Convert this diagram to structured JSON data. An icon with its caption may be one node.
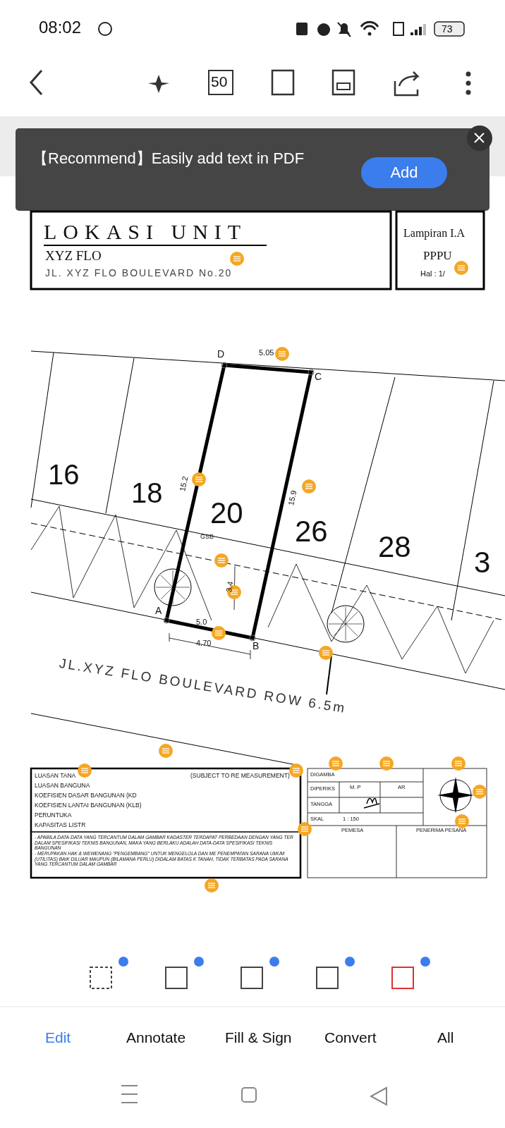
{
  "diagram": {
    "labels": [
      "08:02",
      "73",
      "50",
      "【Recommend】Easily add text in PDF",
      "Add",
      "LOKASI UNIT",
      "XYZ FLO",
      "JL. XYZ FLO BOULEVARD No.20",
      "Lampiran I.A",
      "PPPU",
      "Hal : 1/",
      "D",
      "5.05",
      "C",
      "16",
      "18",
      "15.2",
      "20",
      "15.9",
      "26",
      "28",
      "3",
      "GSB",
      "3.4",
      "A",
      "5.0",
      "4.70",
      "B",
      "JL.XYZ FLO BOULEVARD ROW 6.5m",
      "LUASAN TANA",
      "LUASAN BANGUNA",
      "KOEFISIEN DASAR BANGUNAN (KD",
      "KOEFISIEN LANTAI BANGUNAN (KLB)",
      "PERUNTUKA",
      "KAPASITAS LISTR",
      "(SUBJECT TO RE MEASUREMENT)",
      "- APABILA DATA-DATA YANG TERCANTUM DALAM GAMBAR KADASTER TERDAPAT PERBEDAAN DENGAN YANG TER DALAM SPESIFIKASI TEKNIS BANGUNAN, MAKA YANG BERLAKU ADALAH DATA-DATA SPESIFIKASI TEKNIS BANGUNAN",
      "- MERUPAKAN HAK & WEWENANG \"PENGEMBANG\" UNTUK MENGELOLA DAN ME PENEMPATAN SARANA UMUM (UTILITAS) BAIK DILUAR MAUPUN (BILAMANA PERLU) DIDALAM BATAS K TANAH, TIDAK TERBATAS PADA SARANA YANG TERCANTUM DALAM GAMBAR",
      "DIGAMBA",
      "DIPERIKS",
      "TANGGA",
      "SKAL",
      "1 : 150",
      "M. P",
      "AR",
      "PEMESA",
      "PENERIMA PESANA",
      "Edit",
      "Annotate",
      "Fill & Sign",
      "Convert",
      "All"
    ]
  }
}
